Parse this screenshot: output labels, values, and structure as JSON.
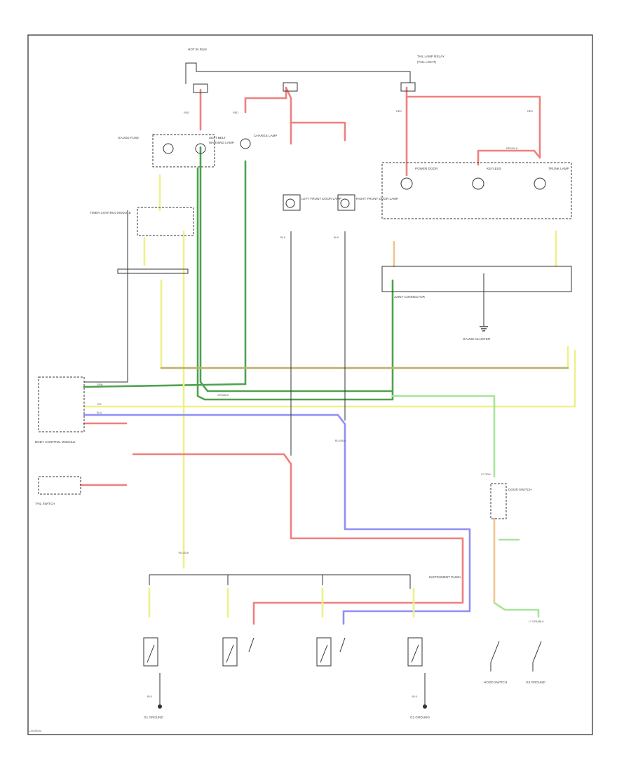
{
  "colors": {
    "red": "#f07f7f",
    "green": "#4ea24e",
    "lightgreen": "#a8e49a",
    "yellow": "#eef08a",
    "blue": "#8f8ff5",
    "olive": "#b8b070",
    "gray": "#555555",
    "frame": "#444444"
  },
  "labels": {
    "hot_run": "HOT IN RUN",
    "tail_lamp": "TAIL LAMP RELAY",
    "tail_lamp_2": "(TAIL LIGHT)",
    "gauge_fuse": "GAUGE FUSE",
    "seatbelt": "SEAT BELT",
    "seatbelt_2": "WARNING LAMP",
    "charge": "CHARGE LAMP",
    "left_door": "LEFT FRONT DOOR LAMP",
    "right_door": "RIGHT FRONT DOOR LAMP",
    "power_door": "POWER DOOR",
    "keyless": "KEYLESS",
    "trunk": "TRUNK LAMP",
    "junction": "JOINT CONNECTOR",
    "gauge": "GAUGE CLUSTER",
    "timer": "TIMER CONTROL MODULE",
    "body_ctrl": "BODY CONTROL MODULE",
    "tail_switch": "TAIL SWITCH",
    "door_sw": "DOOR SWITCH",
    "hood": "HOOD SWITCH",
    "ground1": "G1 GROUND",
    "ground2": "G2 GROUND",
    "ground3": "G3 GROUND",
    "panel": "INSTRUMENT PANEL",
    "code": "L0000042"
  },
  "wire_codes": {
    "red": "RED",
    "red_blk": "RED/BLK",
    "grn": "GRN",
    "grn_blk": "GRN/BLK",
    "yel": "YEL",
    "yel_blk": "YEL/BLK",
    "blu": "BLU",
    "blu_blk": "BLU/BLK",
    "blk": "BLK",
    "lgrn": "LT GRN",
    "lgrn_blk": "LT GRN/BLK"
  }
}
